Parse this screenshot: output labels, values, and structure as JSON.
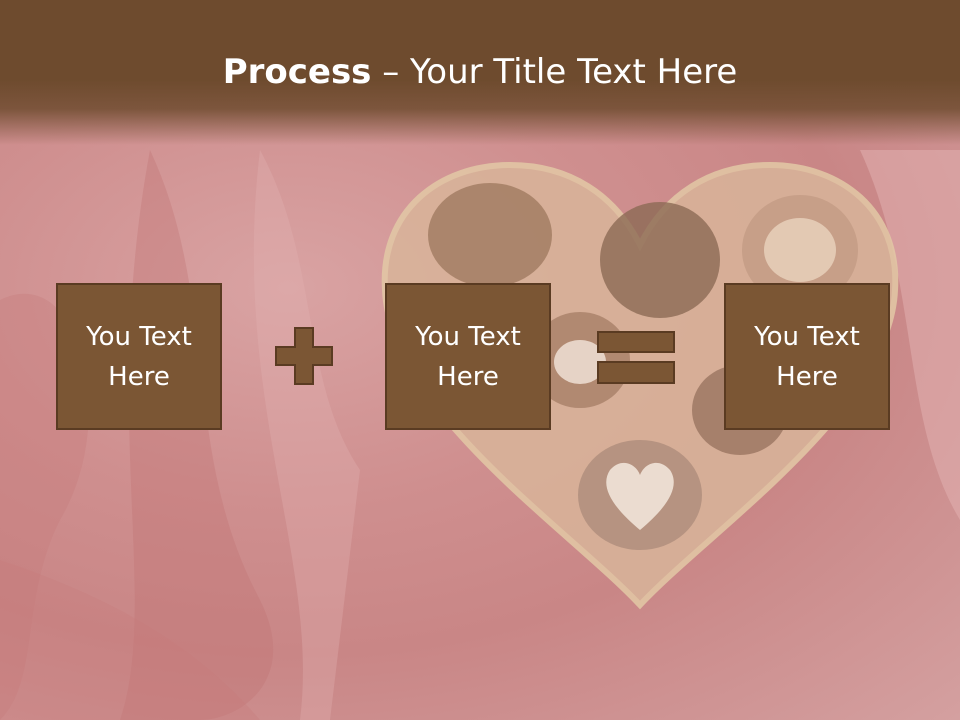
{
  "title": {
    "bold": "Process",
    "rest": " – Your Title Text Here"
  },
  "boxes": [
    {
      "text": "You Text\nHere"
    },
    {
      "text": "You Text\nHere"
    },
    {
      "text": "You Text\nHere"
    }
  ],
  "operators": [
    "plus-icon",
    "equals-icon"
  ],
  "colors": {
    "header": "#6e4b2e",
    "box": "#7b5634",
    "box_border": "#5a3b22",
    "background": "#cf8f8f"
  }
}
